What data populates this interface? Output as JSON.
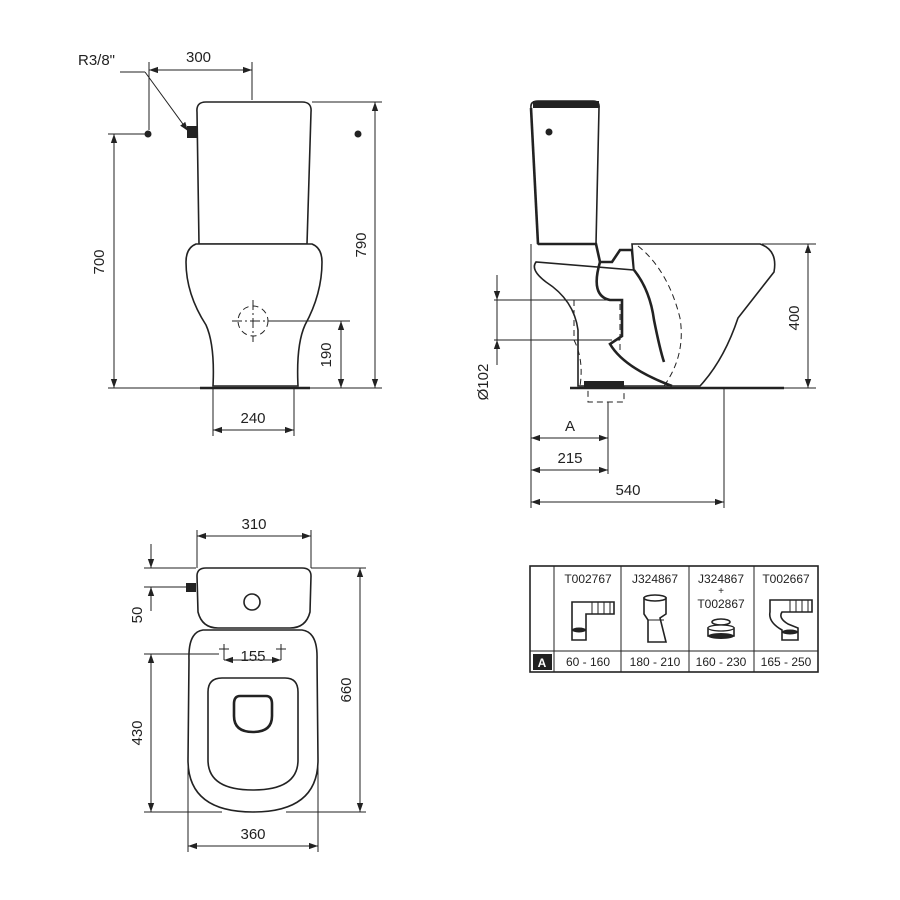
{
  "dimensions": {
    "thread": "R3/8\"",
    "tank_offset": "300",
    "height_700": "700",
    "height_790": "790",
    "waste_height_190": "190",
    "foot_width_240": "240",
    "waste_diameter": "Ø102",
    "bowl_height_400": "400",
    "dim_a": "A",
    "dim_215": "215",
    "depth_540": "540",
    "width_310": "310",
    "inlet_50": "50",
    "fixing_155": "155",
    "fixing_430": "430",
    "length_660": "660",
    "width_360": "360"
  },
  "connector_table": {
    "row_label": "A",
    "columns": [
      {
        "codes": [
          "T002767"
        ],
        "range": "60 - 160",
        "icon": "offset-pan-connector-icon"
      },
      {
        "codes": [
          "J324867"
        ],
        "range": "180 - 210",
        "icon": "angled-pan-connector-icon"
      },
      {
        "codes": [
          "J324867",
          "+",
          "T002867"
        ],
        "range": "160 - 230",
        "icon": "connector-with-adaptor-ring-icon"
      },
      {
        "codes": [
          "T002667"
        ],
        "range": "165 - 250",
        "icon": "extended-offset-connector-icon"
      }
    ]
  }
}
